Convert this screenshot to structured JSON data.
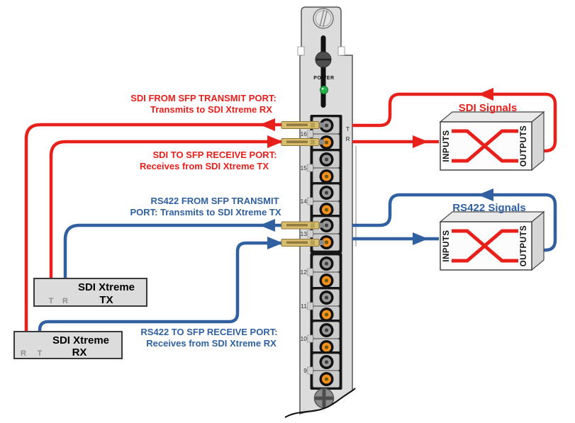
{
  "diagram": {
    "card": {
      "power_label": "POWER",
      "port_numbers": [
        "16",
        "15",
        "14",
        "13",
        "12",
        "11",
        "10",
        "9"
      ],
      "t_label": "T",
      "r_label": "R"
    },
    "annotations": {
      "sdi_from_line1": "SDI FROM SFP TRANSMIT PORT:",
      "sdi_from_line2": "Transmits to SDI Xtreme RX",
      "sdi_to_line1": "SDI TO SFP RECEIVE PORT:",
      "sdi_to_line2": "Receives from SDI Xtreme TX",
      "rs422_from_line1": "RS422 FROM SFP TRANSMIT",
      "rs422_from_line2": "PORT: Transmits to SDI Xtreme TX",
      "rs422_to_line1": "RS422 TO SFP RECEIVE PORT:",
      "rs422_to_line2": "Receives from SDI Xtreme RX"
    },
    "devices": {
      "tx_name_line1": "SDI Xtreme",
      "tx_name_line2": "TX",
      "tx_terminal_left": "T",
      "tx_terminal_right": "R",
      "rx_name_line1": "SDI Xtreme",
      "rx_name_line2": "RX",
      "rx_terminal_left": "R",
      "rx_terminal_right": "T"
    },
    "signal_boxes": {
      "sdi_title": "SDI Signals",
      "rs422_title": "RS422 Signals",
      "inputs_label": "INPUTS",
      "outputs_label": "OUTPUTS"
    },
    "colors": {
      "sdi_red": "#e8201c",
      "rs422_blue": "#3060a0",
      "fiber_cable_yellow": "#d9bd6f",
      "port_orange": "#f5921e",
      "led_green": "#26b24b",
      "panel_gray": "#dcdcdc"
    }
  }
}
